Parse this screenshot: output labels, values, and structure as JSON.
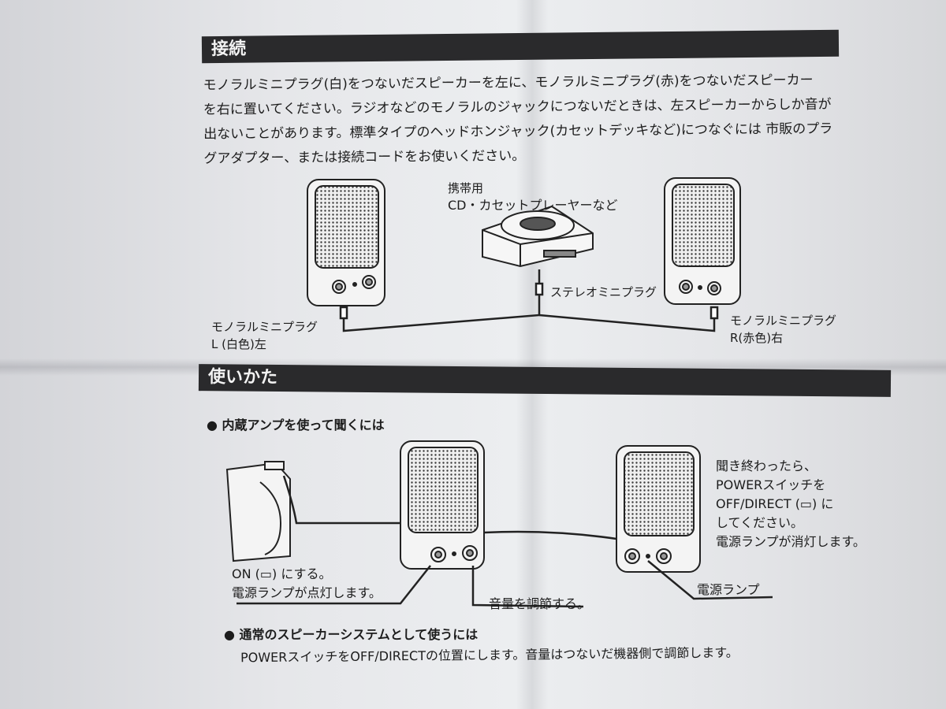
{
  "sections": {
    "connection": {
      "title": "接続",
      "lines": [
        "モノラルミニプラグ(白)をつないだスピーカーを左に、モノラルミニプラグ(赤)をつないだスピーカー",
        "を右に置いてください。ラジオなどのモノラルのジャックにつないだときは、左スピーカーからしか音が",
        "出ないことがあります。標準タイプのヘッドホンジャック(カセットデッキなど)につなぐには 市販のプラ",
        "グアダプター、または接続コードをお使いください。"
      ],
      "player_label_1": "携帯用",
      "player_label_2": "CD・カセットプレーヤーなど",
      "stereo_plug": "ステレオミニプラグ",
      "left_plug_1": "モノラルミニプラグ",
      "left_plug_2": "L (白色)左",
      "right_plug_1": "モノラルミニプラグ",
      "right_plug_2": "R(赤色)右"
    },
    "usage": {
      "title": "使いかた",
      "bullet_amp": "● 内蔵アンプを使って聞くには",
      "on_label_1": "ON (▭) にする。",
      "on_label_2": "電源ランプが点灯します。",
      "volume_label": "音量を調節する。",
      "lamp_label": "電源ランプ",
      "note_lines": [
        "聞き終わったら、",
        "POWERスイッチを",
        "OFF/DIRECT (▭) に",
        "してください。",
        "電源ランプが消灯します。"
      ],
      "bullet_normal": "● 通常のスピーカーシステムとして使うには",
      "normal_text": "POWERスイッチをOFF/DIRECTの位置にします。音量はつないだ機器側で調節します。"
    }
  }
}
